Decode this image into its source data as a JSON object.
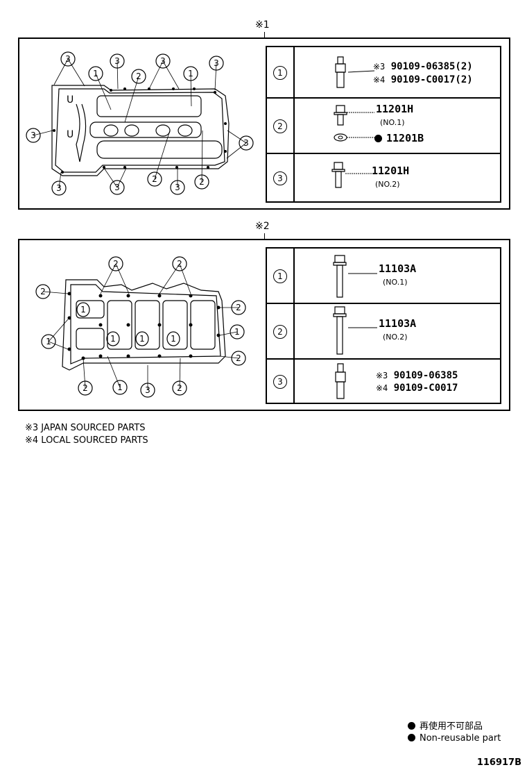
{
  "section1": {
    "mark": "※1",
    "rows": [
      {
        "num": "1",
        "lines": [
          {
            "prefix": "※3",
            "text": "90109-06385(2)"
          },
          {
            "prefix": "※4",
            "text": "90109-C0017(2)"
          }
        ]
      },
      {
        "num": "2",
        "main": "11201H",
        "sub": "(NO.1)",
        "extra": "11201B"
      },
      {
        "num": "3",
        "main": "11201H",
        "sub": "(NO.2)"
      }
    ]
  },
  "section2": {
    "mark": "※2",
    "rows": [
      {
        "num": "1",
        "main": "11103A",
        "sub": "(NO.1)"
      },
      {
        "num": "2",
        "main": "11103A",
        "sub": "(NO.2)"
      },
      {
        "num": "3",
        "lines": [
          {
            "prefix": "※3",
            "text": "90109-06385"
          },
          {
            "prefix": "※4",
            "text": "90109-C0017"
          }
        ]
      }
    ]
  },
  "notes": [
    "※3 JAPAN SOURCED PARTS",
    "※4 LOCAL SOURCED PARTS"
  ],
  "legend": {
    "jp": "再使用不可部品",
    "en": "Non-reusable part"
  },
  "ref_code": "116917B"
}
